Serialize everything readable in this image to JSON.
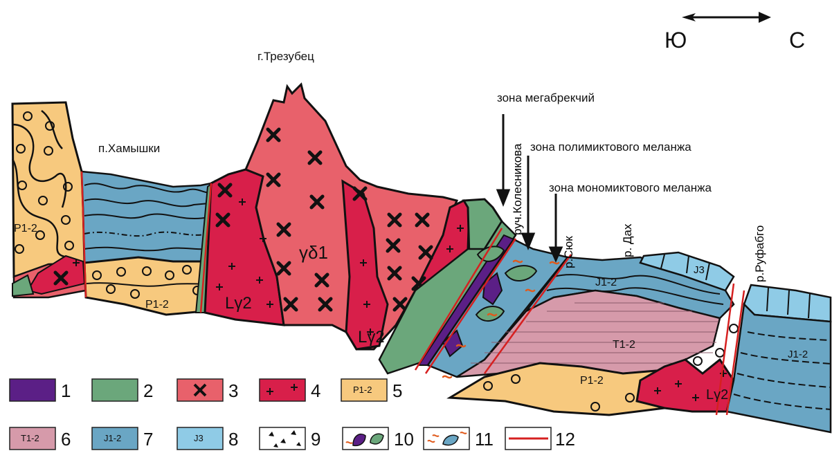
{
  "direction": {
    "left": "Ю",
    "right": "С"
  },
  "peak": "г.Трезубец",
  "settlement": "п.Хамышки",
  "zones": {
    "megabreccia": "зона мегабрекчий",
    "polymictic": "зона полимиктового меланжа",
    "monomictic": "зона мономиктового меланжа"
  },
  "rivers": {
    "kolesnikova": "руч.Колесникова",
    "syuk": "р.Сюк",
    "dakh": "р. Дах",
    "rufabgo": "р.Руфабго"
  },
  "units": {
    "p12": "P1-2",
    "lg2": "Lγ2",
    "gd1": "γδ1",
    "t12": "T1-2",
    "j12": "J1-2",
    "j3": "J3"
  },
  "legend": [
    {
      "number": "1",
      "label": ""
    },
    {
      "number": "2",
      "label": ""
    },
    {
      "number": "3",
      "label": ""
    },
    {
      "number": "4",
      "label": ""
    },
    {
      "number": "5",
      "label": "P1-2"
    },
    {
      "number": "6",
      "label": "T1-2"
    },
    {
      "number": "7",
      "label": "J1-2"
    },
    {
      "number": "8",
      "label": "J3"
    },
    {
      "number": "9",
      "label": ""
    },
    {
      "number": "10",
      "label": ""
    },
    {
      "number": "11",
      "label": ""
    },
    {
      "number": "12",
      "label": ""
    }
  ],
  "colors": {
    "red_granitoid": "#e8616b",
    "crimson_leucogranite": "#d81f4a",
    "permian_yellow": "#f7c97e",
    "jurassic_blue": "#6aa6c4",
    "j3_lightblue": "#8fcbe6",
    "triassic_pink": "#d69aaa",
    "green_ultramafic": "#6ba77b",
    "purple": "#5b1f86",
    "fault_red": "#d62020"
  }
}
